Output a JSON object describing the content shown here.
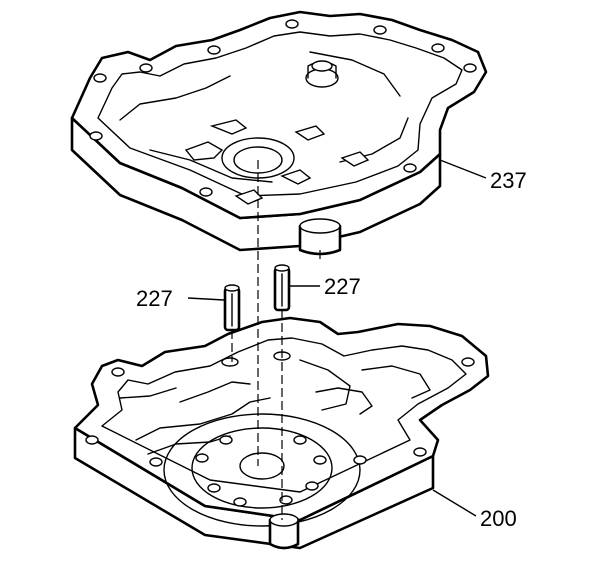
{
  "labels": {
    "upper_plate": "237",
    "pin_left": "227",
    "pin_right": "227",
    "lower_housing": "200"
  },
  "colors": {
    "ink": "#000000",
    "paper": "#ffffff"
  }
}
